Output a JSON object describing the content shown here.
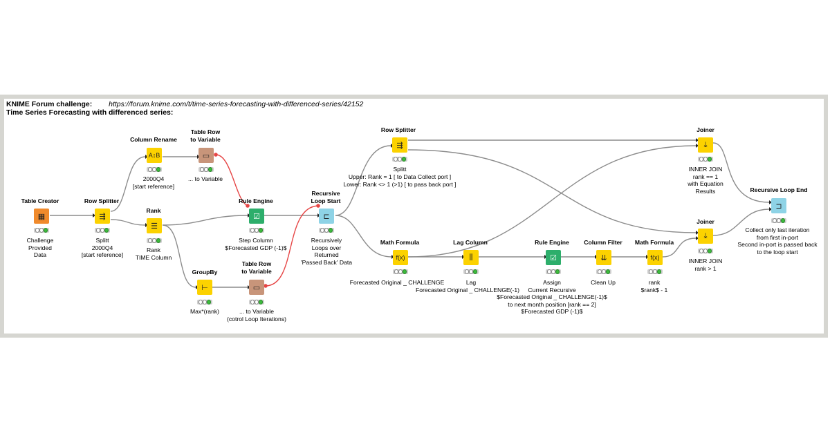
{
  "header": {
    "forum_label": "KNIME Forum challenge:",
    "url": "https://forum.knime.com/t/time-series-forecasting-with-differenced-series/42152",
    "subtitle": "Time Series Forecasting with differenced series:"
  },
  "colors": {
    "source": "#f08a2c",
    "manipulator": "#fcd200",
    "other": "#2dae6b",
    "flow_variable": "#c8957a",
    "loop": "#8ed3e6",
    "wire": "#8c8c8c",
    "variable_wire": "#e64545",
    "frame": "#d6d6d1"
  },
  "nodes": {
    "table_creator": {
      "title": "Table Creator",
      "label": [
        "Challenge",
        "Provided",
        "Data"
      ],
      "icon": "table-grid-icon"
    },
    "row_splitter_1": {
      "title": "Row Splitter",
      "label": [
        "Splitt",
        "2000Q4",
        "[start reference]"
      ],
      "icon": "split-rows-icon"
    },
    "column_rename": {
      "title": "Column Rename",
      "label": [
        "2000Q4",
        "[start reference]"
      ],
      "icon": "rename-icon"
    },
    "table_row_var_1": {
      "title": [
        "Table Row",
        "to Variable"
      ],
      "label": [
        "... to Variable"
      ],
      "icon": "row-to-variable-icon"
    },
    "rank": {
      "title": "Rank",
      "label": [
        "Rank",
        "TIME Column"
      ],
      "icon": "rank-list-icon"
    },
    "groupby": {
      "title": "GroupBy",
      "label": [
        "Max*(rank)"
      ],
      "icon": "groupby-icon"
    },
    "table_row_var_2": {
      "title": [
        "Table Row",
        "to Variable"
      ],
      "label": [
        "... to Variable",
        "(cotrol Loop Iterations)"
      ],
      "icon": "row-to-variable-icon"
    },
    "rule_engine_1": {
      "title": "Rule Engine",
      "label": [
        "Step Column",
        "$Forecasted GDP (-1)$"
      ],
      "icon": "rule-check-icon"
    },
    "recursive_loop_start": {
      "title": [
        "Recursive",
        "Loop Start"
      ],
      "label": [
        "Recursively",
        "Loops over",
        "Returned",
        "'Passed Back' Data"
      ],
      "icon": "loop-start-icon"
    },
    "row_splitter_2": {
      "title": "Row Splitter",
      "label": [
        "Splitt",
        "Upper: Rank = 1   [ to Data Collect port ]",
        "Lower: Rank <> 1 (>1) [ to pass back port ]"
      ],
      "icon": "split-rows-icon"
    },
    "joiner_1": {
      "title": "Joiner",
      "label": [
        "INNER JOIN",
        "rank == 1",
        "with Equation",
        "Results"
      ],
      "icon": "joiner-icon"
    },
    "joiner_2": {
      "title": "Joiner",
      "label": [
        "INNER JOIN",
        "rank > 1"
      ],
      "icon": "joiner-icon"
    },
    "recursive_loop_end": {
      "title": "Recursive Loop End",
      "label": [
        "Collect only last iteration",
        "from first in-port",
        "Second in-port is passed back",
        "to the loop start"
      ],
      "icon": "loop-end-icon"
    },
    "math_formula_1": {
      "title": "Math Formula",
      "label": [
        "Forecasted Original _ CHALLENGE"
      ],
      "icon": "math-formula-icon"
    },
    "lag_column": {
      "title": "Lag Column",
      "label": [
        "Lag",
        "Forecasted Original _ CHALLENGE(-1)"
      ],
      "icon": "lag-column-icon"
    },
    "rule_engine_2": {
      "title": "Rule Engine",
      "label": [
        "Assign",
        "Current Recursive",
        "$Forecasted Original _ CHALLENGE(-1)$",
        "to next month position [rank == 2]",
        "$Forecasted GDP (-1)$"
      ],
      "icon": "rule-check-icon"
    },
    "column_filter": {
      "title": "Column Filter",
      "label": [
        "Clean Up"
      ],
      "icon": "column-filter-icon"
    },
    "math_formula_2": {
      "title": "Math Formula",
      "label": [
        "rank",
        "$rank$ - 1"
      ],
      "icon": "math-formula-icon"
    }
  }
}
